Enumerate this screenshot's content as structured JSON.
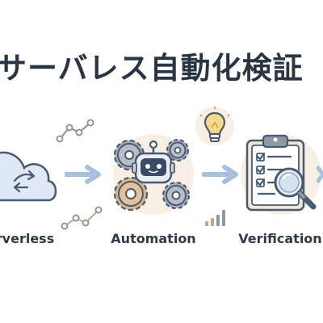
{
  "title": "サーバレス自動化検証",
  "steps": [
    {
      "label": "Serverless",
      "icon": "cloud-sync-icon",
      "visible_label": "rverless"
    },
    {
      "label": "Automation",
      "icon": "robot-gears-icon",
      "visible_label": "Automation"
    },
    {
      "label": "Verification",
      "icon": "clipboard-magnifier-icon",
      "visible_label": "Verification"
    }
  ],
  "colors": {
    "text": "#2a3544",
    "outline": "#4a5a70",
    "cloud_fill": "#dfe8f4",
    "arrow": "#a9c0dc",
    "accent_warm": "#f7efe4",
    "gear_grey": "#8f97a3",
    "gear_tan": "#c9a47c",
    "bulb": "#f2c867",
    "check_blue": "#3c5a88"
  }
}
